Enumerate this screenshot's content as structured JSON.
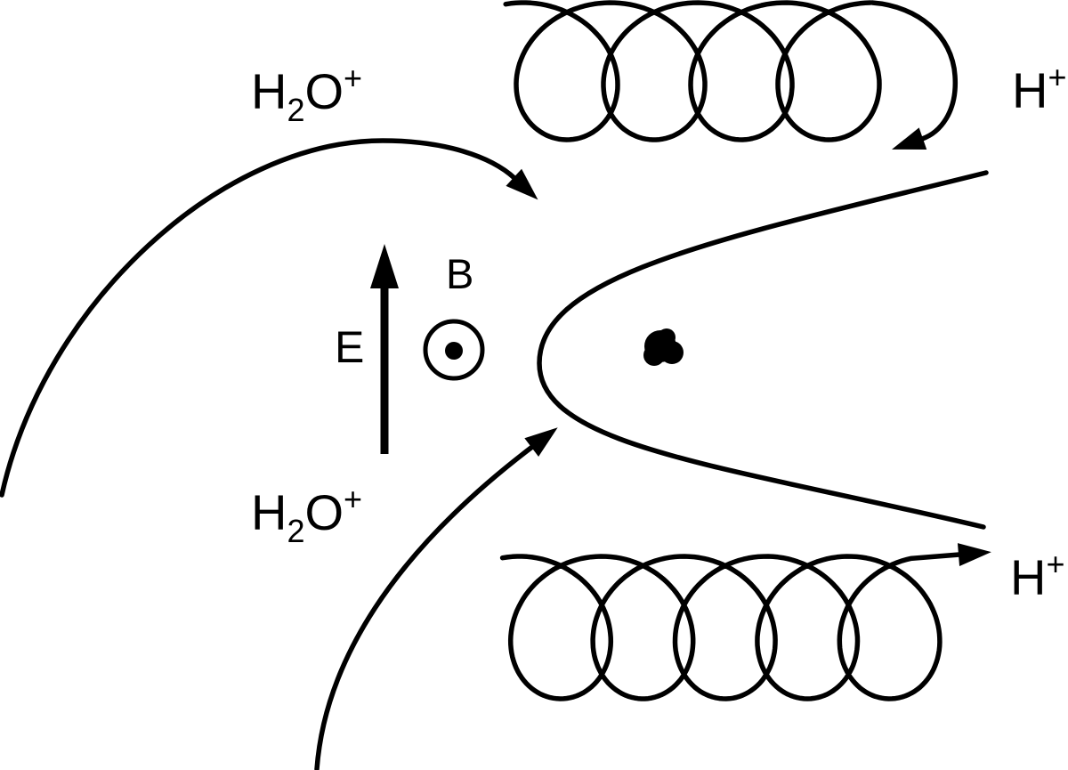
{
  "figure": {
    "colors": {
      "ink": "#000000",
      "background": "#ffffff"
    },
    "labels": {
      "h2o_top": {
        "base": "H",
        "sub": "2",
        "mid": "O",
        "sup": "+"
      },
      "h2o_bottom": {
        "base": "H",
        "sub": "2",
        "mid": "O",
        "sup": "+"
      },
      "h_plus_top": {
        "base": "H",
        "sup": "+"
      },
      "h_plus_bottom": {
        "base": "H",
        "sup": "+"
      },
      "e_field": "E",
      "b_field": "B"
    },
    "icons": {
      "b_direction_icon": "circled-dot-out-of-page",
      "nucleus": "filled-blob"
    }
  }
}
